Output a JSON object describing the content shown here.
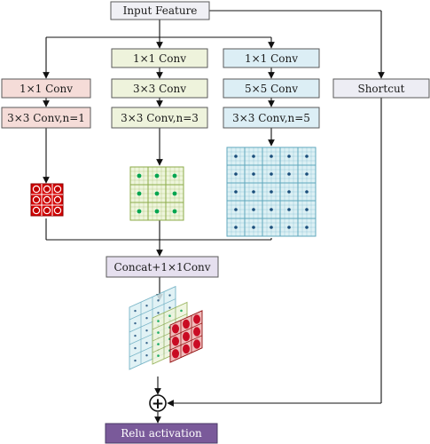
{
  "diagram": {
    "input": "Input Feature",
    "shortcut": "Shortcut",
    "concat": "Concat+1×1Conv",
    "relu": "Relu activation",
    "plus_symbol": "+",
    "branches": [
      {
        "conv_a": "1×1 Conv",
        "conv_b": "3×3 Conv,n=1",
        "kernel_size": 3,
        "dot_color": "#c00000",
        "tile_bg": "#d40000",
        "tile_line": "#8b0000"
      },
      {
        "conv_a": "1×1 Conv",
        "conv_b": "3×3 Conv",
        "conv_c": "3×3 Conv,n=3",
        "kernel_size": 3,
        "dot_color": "#00a550",
        "tile_bg": "#eef5dc",
        "tile_line": "#8cab4a"
      },
      {
        "conv_a": "1×1 Conv",
        "conv_b": "5×5 Conv",
        "conv_c": "3×3 Conv,n=5",
        "kernel_size": 5,
        "dot_color": "#1a4d7a",
        "tile_bg": "#dcf0f4",
        "tile_line": "#5fa7bd"
      }
    ],
    "colors": {
      "input_fill": "#f0f0f5",
      "shortcut_fill": "#ededf4",
      "branch1_fill": "#f5dcd8",
      "branch2_fill": "#eef3dc",
      "branch3_fill": "#dceef5",
      "concat_fill": "#e6e0ef",
      "relu_fill": "#7a5a9a",
      "box_stroke": "#5a5a5a",
      "line": "#111111"
    }
  }
}
